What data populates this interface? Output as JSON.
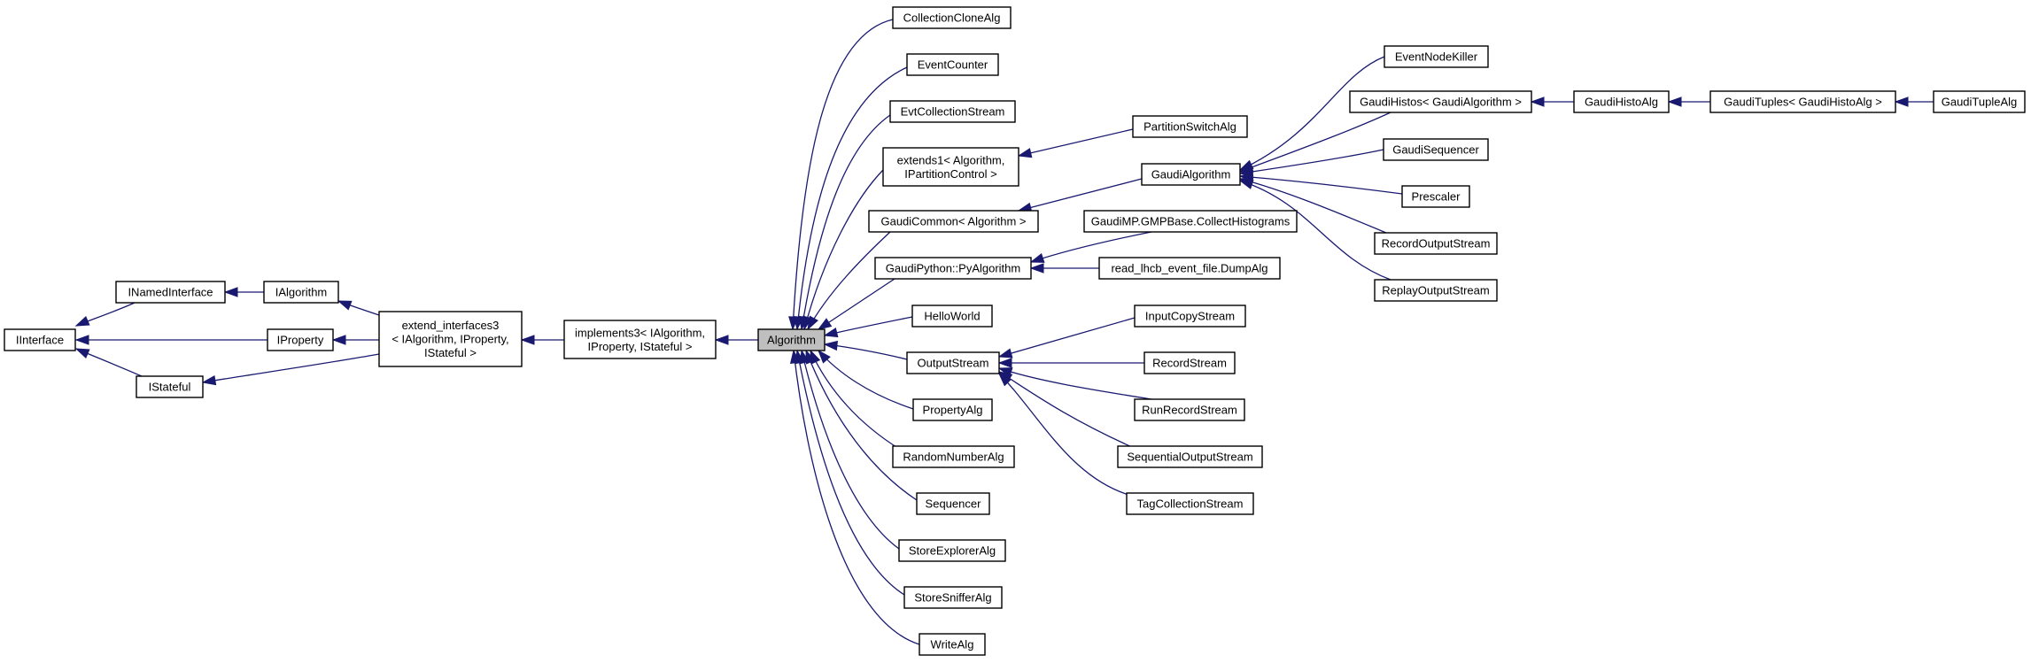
{
  "diagram": {
    "nodes": {
      "iinterface": [
        "IInterface"
      ],
      "inamedinterface": [
        "INamedInterface"
      ],
      "ialgorithm": [
        "IAlgorithm"
      ],
      "iproperty": [
        "IProperty"
      ],
      "istateful": [
        "IStateful"
      ],
      "extend_interfaces3": [
        "extend_interfaces3",
        "< IAlgorithm, IProperty,",
        "IStateful >"
      ],
      "implements3": [
        "implements3< IAlgorithm,",
        "IProperty, IStateful >"
      ],
      "algorithm": [
        "Algorithm"
      ],
      "collectionclonealg": [
        "CollectionCloneAlg"
      ],
      "eventcounter": [
        "EventCounter"
      ],
      "evtcollectionstream": [
        "EvtCollectionStream"
      ],
      "extends1": [
        "extends1< Algorithm,",
        "IPartitionControl >"
      ],
      "gaudicommon": [
        "GaudiCommon< Algorithm >"
      ],
      "gaudipython_pyalgorithm": [
        "GaudiPython::PyAlgorithm"
      ],
      "helloworld": [
        "HelloWorld"
      ],
      "outputstream": [
        "OutputStream"
      ],
      "propertyalg": [
        "PropertyAlg"
      ],
      "randomnumberalg": [
        "RandomNumberAlg"
      ],
      "sequencer": [
        "Sequencer"
      ],
      "storeexploreralg": [
        "StoreExplorerAlg"
      ],
      "storesnifferalg": [
        "StoreSnifferAlg"
      ],
      "writealg": [
        "WriteAlg"
      ],
      "partitionswitchalg": [
        "PartitionSwitchAlg"
      ],
      "gaudialgorithm": [
        "GaudiAlgorithm"
      ],
      "collecthistograms": [
        "GaudiMP.GMPBase.CollectHistograms"
      ],
      "dumpalg": [
        "read_lhcb_event_file.DumpAlg"
      ],
      "inputcopystream": [
        "InputCopyStream"
      ],
      "recordstream": [
        "RecordStream"
      ],
      "runrecordstream": [
        "RunRecordStream"
      ],
      "sequentialoutputstream": [
        "SequentialOutputStream"
      ],
      "tagcollectionstream": [
        "TagCollectionStream"
      ],
      "eventnodekiller": [
        "EventNodeKiller"
      ],
      "gaudihistos": [
        "GaudiHistos< GaudiAlgorithm >"
      ],
      "gaudisequencer": [
        "GaudiSequencer"
      ],
      "prescaler": [
        "Prescaler"
      ],
      "recordoutputstream": [
        "RecordOutputStream"
      ],
      "replayoutputstream": [
        "ReplayOutputStream"
      ],
      "gaudihistoalg": [
        "GaudiHistoAlg"
      ],
      "gaudituples": [
        "GaudiTuples< GaudiHistoAlg >"
      ],
      "gaudituplealg": [
        "GaudiTupleAlg"
      ]
    },
    "edges": [
      [
        "inamedinterface",
        "iinterface"
      ],
      [
        "iproperty",
        "iinterface"
      ],
      [
        "istateful",
        "iinterface"
      ],
      [
        "ialgorithm",
        "inamedinterface"
      ],
      [
        "extend_interfaces3",
        "ialgorithm"
      ],
      [
        "extend_interfaces3",
        "iproperty"
      ],
      [
        "extend_interfaces3",
        "istateful"
      ],
      [
        "implements3",
        "extend_interfaces3"
      ],
      [
        "algorithm",
        "implements3"
      ],
      [
        "collectionclonealg",
        "algorithm"
      ],
      [
        "eventcounter",
        "algorithm"
      ],
      [
        "evtcollectionstream",
        "algorithm"
      ],
      [
        "extends1",
        "algorithm"
      ],
      [
        "gaudicommon",
        "algorithm"
      ],
      [
        "gaudipython_pyalgorithm",
        "algorithm"
      ],
      [
        "helloworld",
        "algorithm"
      ],
      [
        "outputstream",
        "algorithm"
      ],
      [
        "propertyalg",
        "algorithm"
      ],
      [
        "randomnumberalg",
        "algorithm"
      ],
      [
        "sequencer",
        "algorithm"
      ],
      [
        "storeexploreralg",
        "algorithm"
      ],
      [
        "storesnifferalg",
        "algorithm"
      ],
      [
        "writealg",
        "algorithm"
      ],
      [
        "partitionswitchalg",
        "extends1"
      ],
      [
        "gaudialgorithm",
        "gaudicommon"
      ],
      [
        "collecthistograms",
        "gaudipython_pyalgorithm"
      ],
      [
        "dumpalg",
        "gaudipython_pyalgorithm"
      ],
      [
        "inputcopystream",
        "outputstream"
      ],
      [
        "recordstream",
        "outputstream"
      ],
      [
        "runrecordstream",
        "outputstream"
      ],
      [
        "sequentialoutputstream",
        "outputstream"
      ],
      [
        "tagcollectionstream",
        "outputstream"
      ],
      [
        "eventnodekiller",
        "gaudialgorithm"
      ],
      [
        "gaudihistos",
        "gaudialgorithm"
      ],
      [
        "gaudisequencer",
        "gaudialgorithm"
      ],
      [
        "prescaler",
        "gaudialgorithm"
      ],
      [
        "recordoutputstream",
        "gaudialgorithm"
      ],
      [
        "replayoutputstream",
        "gaudialgorithm"
      ],
      [
        "gaudihistoalg",
        "gaudihistos"
      ],
      [
        "gaudituples",
        "gaudihistoalg"
      ],
      [
        "gaudituplealg",
        "gaudituples"
      ]
    ],
    "highlighted": "algorithm",
    "colors": {
      "edge": "#191970",
      "box_border": "#000000",
      "box_fill": "#ffffff",
      "highlight_fill": "#bfbfbf",
      "text": "#000000"
    }
  }
}
